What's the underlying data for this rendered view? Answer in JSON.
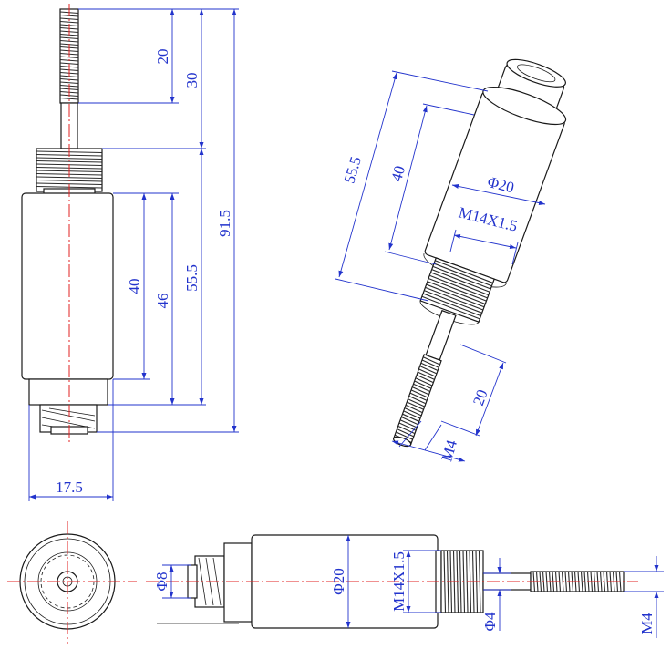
{
  "labels": {
    "d20": "20",
    "d30": "30",
    "d91_5": "91.5",
    "d55_5": "55.5",
    "d40": "40",
    "d46": "46",
    "d17_5": "17.5",
    "iso55_5": "55.5",
    "iso40": "40",
    "isoPhi20": "Φ20",
    "isoM14": "M14X1.5",
    "iso20": "20",
    "isoM4": "M4",
    "sidePhi8": "Φ8",
    "sidePhi20": "Φ20",
    "sideM14": "M14X1.5",
    "sidePhi4": "Φ4",
    "sideM4": "M4"
  },
  "colors": {
    "dimension": "#2233cc",
    "centerline": "#e02020",
    "outline": "#1a1a1a"
  }
}
